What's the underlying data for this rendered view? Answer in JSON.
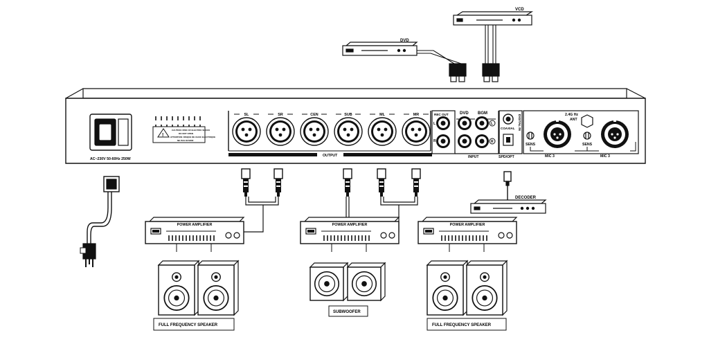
{
  "sources": {
    "vcd": "VCD",
    "dvd": "DVD"
  },
  "panel": {
    "power_label": "AC~230V 50-60Hz 250W",
    "caution_lines": [
      "CAUTION: RISK OF ELECTRIC SHOCK",
      "DO NOT OPEN",
      "ATTENTION: RISQUE DE CHOC ELECTRIQUE",
      "NE PAS OUVRIR"
    ],
    "output_channels": [
      "SL",
      "SR",
      "CEN",
      "SUB",
      "ML",
      "MR"
    ],
    "output_label": "OUTPUT",
    "rec_out": "REC OUT",
    "dvd_in": "DVD",
    "bgm_in": "BGM",
    "input_label": "INPUT",
    "left_mark": "L",
    "right_mark": "R",
    "digital_in": "DIGITAL IN",
    "coaxial": "COAXIAL",
    "spd_opt": "SPD/OPT",
    "sens_1": "SENS",
    "sens_2": "SENS",
    "antenna_line1": "2.4G Hz",
    "antenna_line2": "ANT",
    "mic_3_left": "MIC 3",
    "mic_3_right": "MIC 3"
  },
  "decoder": "DECODER",
  "amplifiers": [
    "POWER AMPLIFIER",
    "POWER AMPLIFIER",
    "POWER AMPLIFIER"
  ],
  "speaker_groups": [
    "FULL FREQUENCY SPEAKER",
    "SUBWOOFER",
    "FULL FREQUENCY SPEAKER"
  ]
}
